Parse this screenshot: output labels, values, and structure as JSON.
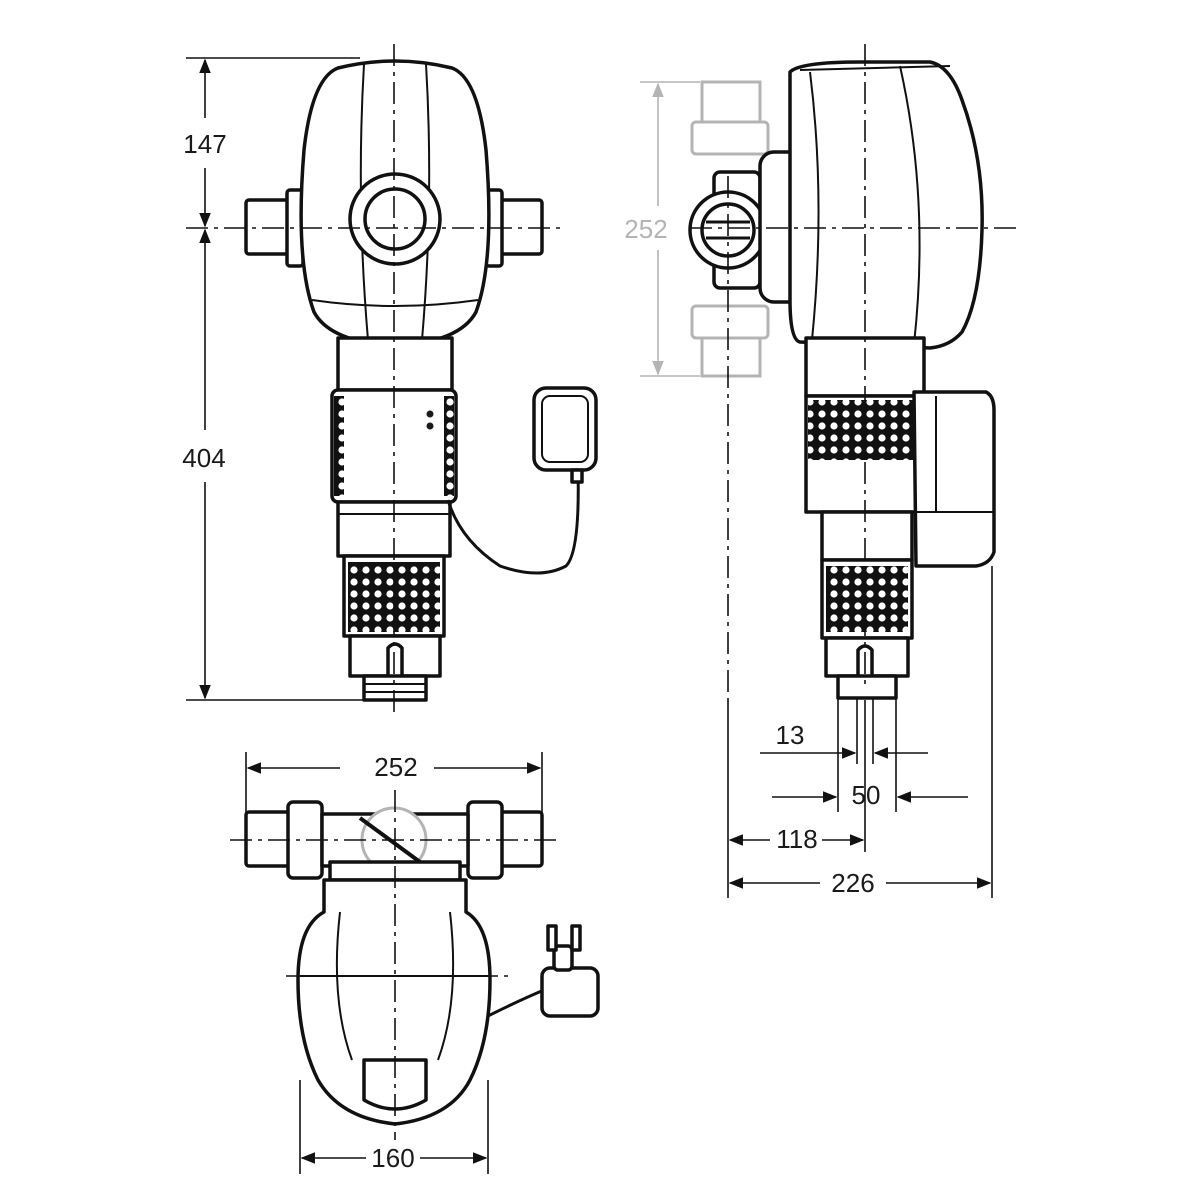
{
  "front_view": {
    "dim_top_height": "147",
    "dim_body_height": "404"
  },
  "side_view": {
    "dim_pipe_height": "252",
    "dim_drain_13": "13",
    "dim_drain_50": "50",
    "dim_axis_118": "118",
    "dim_depth_226": "226"
  },
  "top_view": {
    "dim_width_252": "252",
    "dim_body_160": "160"
  },
  "colors": {
    "line": "#111111",
    "ghost": "#b4b4b4"
  }
}
